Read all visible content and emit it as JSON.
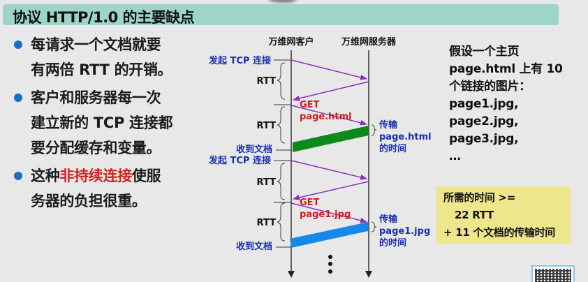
{
  "title": "协议 HTTP/1.0 的主要缺点",
  "bullets": [
    {
      "lines": [
        "每请求一个文档就要",
        "有两倍 RTT 的开销。"
      ]
    },
    {
      "lines": [
        "客户和服务器每一次",
        "建立新的 TCP 连接都",
        "要分配缓存和变量。"
      ]
    },
    {
      "prefix": "这种",
      "highlight": "非持续连接",
      "suffix": "使服",
      "line2": "务器的负担很重。"
    }
  ],
  "diagram": {
    "client_label": "万维网客户",
    "server_label": "万维网服务器",
    "start_tcp_label": "发起 TCP 连接",
    "rtt_label": "RTT",
    "received_label": "收到文档",
    "exchange1": {
      "get_line1": "GET",
      "get_line2": "page.html",
      "transfer_line1": "传输",
      "transfer_line2": "page.html",
      "transfer_line3": "的时间",
      "bar_color": "#0e8a1c"
    },
    "exchange2": {
      "get_line1": "GET",
      "get_line2": "page1.jpg",
      "transfer_line1": "传输",
      "transfer_line2": "page1.jpg",
      "transfer_line3": "的时间",
      "bar_color": "#1688e8"
    },
    "continuation": "⋮",
    "arrow_color": "#8a2fc0",
    "label_blue": "#1a2fb0",
    "label_red": "#c8201f"
  },
  "side_note": {
    "lines": [
      "假设一个主页",
      "page.html 上有 10",
      "个链接的图片：",
      "page1.jpg,",
      "page2.jpg,",
      "page3.jpg,",
      "…"
    ]
  },
  "time_box": {
    "line1": "所需的时间 >=",
    "line2": "22 RTT",
    "line3": "+ 11 个文档的传输时间"
  }
}
